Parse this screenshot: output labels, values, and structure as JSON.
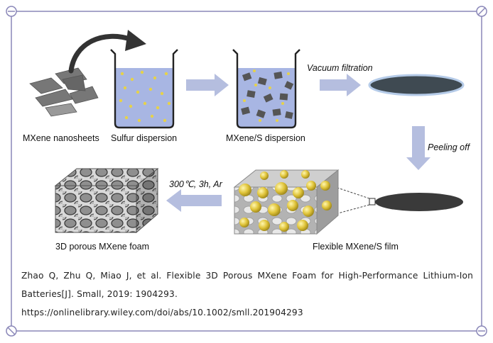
{
  "figure": {
    "labels": {
      "mxene_nanosheets": "MXene nanosheets",
      "sulfur_dispersion": "Sulfur dispersion",
      "mxene_s_dispersion": "MXene/S dispersion",
      "vacuum_filtration": "Vacuum filtration",
      "peeling_off": "Peeling off",
      "heat_treatment": "300℃, 3h, Ar",
      "porous_foam": "3D porous MXene foam",
      "flexible_film": "Flexible MXene/S film"
    }
  },
  "caption": {
    "line1": "Zhao Q, Zhu Q, Miao J, et al. Flexible 3D Porous MXene Foam for High-Performance Lithium-Ion",
    "line2": "Batteries[J]. Small, 2019: 1904293.",
    "url": "https://onlinelibrary.wiley.com/doi/abs/10.1002/smll.201904293"
  },
  "colors": {
    "frame": "#8a87b8",
    "arrow": "#b5bedf",
    "liquid": "#a8b6e3",
    "sulfur": "#e6d24a",
    "sheet": "#6b6b6b",
    "disc": "#3f4a52"
  }
}
